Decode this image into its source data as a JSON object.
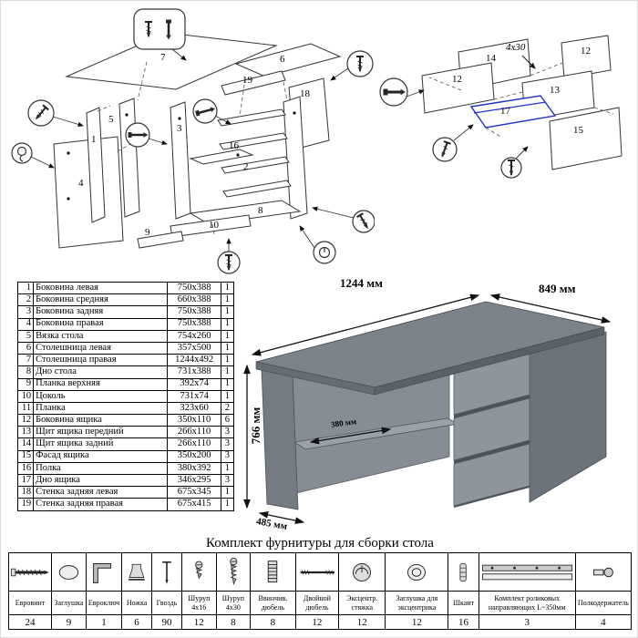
{
  "colors": {
    "desk_gray": "#7d838b",
    "desk_gray_dark": "#6d737b",
    "desk_gray_light": "#8f959d",
    "highlight_blue": "#2233cc"
  },
  "diagram_left": {
    "labels": {
      "p1": "1",
      "p2": "2",
      "p3": "3",
      "p4": "4",
      "p5": "5",
      "p6": "6",
      "p7": "7",
      "p8": "8",
      "p9": "9",
      "p10": "10",
      "p16": "16",
      "p18": "18",
      "p19": "19"
    }
  },
  "diagram_right": {
    "labels": {
      "p12a": "12",
      "p12b": "12",
      "p13": "13",
      "p14": "14",
      "p15": "15",
      "p17": "17"
    },
    "annotation": "4x30"
  },
  "desk": {
    "dim_width": "1244 мм",
    "dim_depth": "849 мм",
    "dim_height": "766 мм",
    "dim_shelf": "380 мм",
    "dim_side": "485 мм"
  },
  "parts_table": {
    "rows": [
      {
        "num": "1",
        "name": "Боковина левая",
        "size": "750x388",
        "qty": "1"
      },
      {
        "num": "2",
        "name": "Боковина средняя",
        "size": "660x388",
        "qty": "1"
      },
      {
        "num": "3",
        "name": "Боковина задняя",
        "size": "750x388",
        "qty": "1"
      },
      {
        "num": "4",
        "name": "Боковина правая",
        "size": "750x388",
        "qty": "1"
      },
      {
        "num": "5",
        "name": "Вязка стола",
        "size": "754x260",
        "qty": "1"
      },
      {
        "num": "6",
        "name": "Столешница левая",
        "size": "357x500",
        "qty": "1"
      },
      {
        "num": "7",
        "name": "Столешница правая",
        "size": "1244x492",
        "qty": "1"
      },
      {
        "num": "8",
        "name": "Дно стола",
        "size": "731x388",
        "qty": "1"
      },
      {
        "num": "9",
        "name": "Планка верхняя",
        "size": "392x74",
        "qty": "1"
      },
      {
        "num": "10",
        "name": "Цоколь",
        "size": "731x74",
        "qty": "1"
      },
      {
        "num": "11",
        "name": "Планка",
        "size": "323x60",
        "qty": "2"
      },
      {
        "num": "12",
        "name": "Боковина ящика",
        "size": "350x110",
        "qty": "6"
      },
      {
        "num": "13",
        "name": "Щит ящика передний",
        "size": "266x110",
        "qty": "3"
      },
      {
        "num": "14",
        "name": "Щит ящика задний",
        "size": "266x110",
        "qty": "3"
      },
      {
        "num": "15",
        "name": "Фасад ящика",
        "size": "350x200",
        "qty": "3"
      },
      {
        "num": "16",
        "name": "Полка",
        "size": "380x392",
        "qty": "1"
      },
      {
        "num": "17",
        "name": "Дно ящика",
        "size": "346x295",
        "qty": "3"
      },
      {
        "num": "18",
        "name": "Стенка задняя левая",
        "size": "675x345",
        "qty": "1"
      },
      {
        "num": "19",
        "name": "Стенка задняя правая",
        "size": "675x415",
        "qty": "1"
      }
    ]
  },
  "hardware": {
    "title": "Комплект фурнитуры для сборки стола",
    "items": [
      {
        "icon": "confirmat",
        "label": "Евровинт",
        "qty": "24"
      },
      {
        "icon": "cap",
        "label": "Заглушка",
        "qty": "9"
      },
      {
        "icon": "hex-key",
        "label": "Евроключ",
        "qty": "1"
      },
      {
        "icon": "foot",
        "label": "Ножка",
        "qty": "6"
      },
      {
        "icon": "nail",
        "label": "Гвоздь",
        "qty": "90"
      },
      {
        "icon": "screw-4x16",
        "label": "Шуруп 4x16",
        "qty": "12"
      },
      {
        "icon": "screw-4x30",
        "label": "Шуруп 4x30",
        "qty": "8"
      },
      {
        "icon": "insert-dowel",
        "label": "Ввинчив. дюбель",
        "qty": "8"
      },
      {
        "icon": "double-dowel",
        "label": "Двойной дюбель",
        "qty": "12"
      },
      {
        "icon": "cam-lock",
        "label": "Эксцентр. стяжка",
        "qty": "12"
      },
      {
        "icon": "cam-cap",
        "label": "Заглушка для эксцентрика",
        "qty": "12"
      },
      {
        "icon": "dowel",
        "label": "Шкант",
        "qty": "16"
      },
      {
        "icon": "roller-guides",
        "label": "Комплект роликовых направляющих L~350мм",
        "qty": "3"
      },
      {
        "icon": "shelf-support",
        "label": "Полкодержатель",
        "qty": "4"
      }
    ]
  }
}
